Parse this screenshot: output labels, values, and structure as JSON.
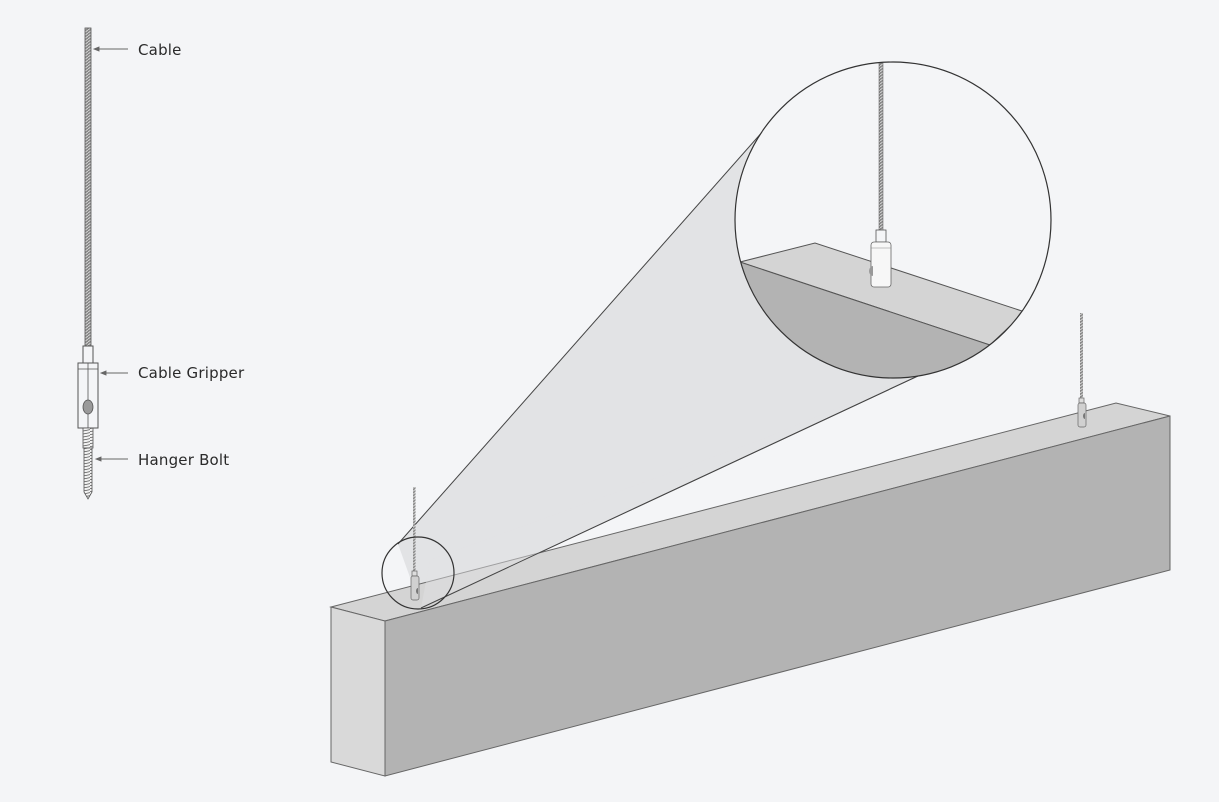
{
  "diagram": {
    "callouts": [
      {
        "id": "cable",
        "label": "Cable"
      },
      {
        "id": "cable-gripper",
        "label": "Cable Gripper"
      },
      {
        "id": "hanger-bolt",
        "label": "Hanger Bolt"
      }
    ],
    "colors": {
      "background": "#f4f5f7",
      "beam_front": "#b3b3b3",
      "beam_top": "#d4d4d4",
      "beam_end": "#d9d9d9",
      "magnifier_cone": "#e2e3e5",
      "outline": "#555555"
    },
    "scene": {
      "object": "linear-light-beam",
      "suspension_points": 2,
      "magnified_detail": "cable-gripper"
    }
  }
}
